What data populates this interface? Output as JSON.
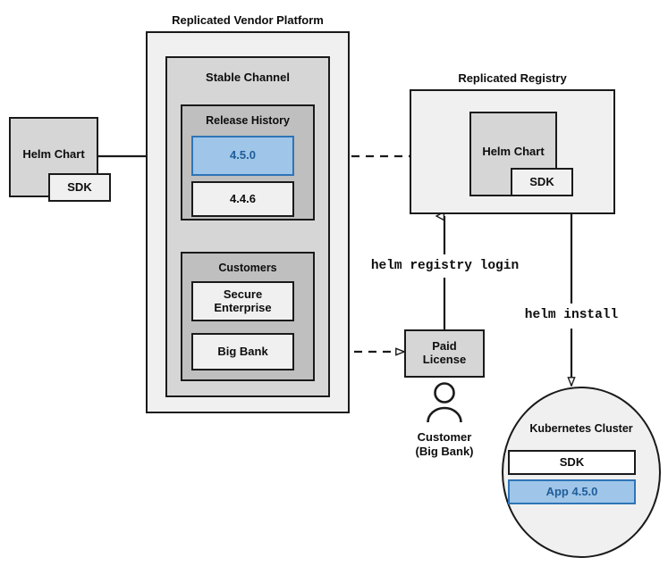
{
  "diagram": {
    "title_vendor_platform": "Replicated Vendor Platform",
    "title_registry": "Replicated Registry",
    "source_chart": {
      "label": "Helm Chart",
      "sdk_label": "SDK"
    },
    "vendor_platform": {
      "stable_channel_label": "Stable Channel",
      "release_history": {
        "label": "Release History",
        "releases": [
          {
            "version": "4.5.0",
            "highlighted": true
          },
          {
            "version": "4.4.6",
            "highlighted": false
          }
        ]
      },
      "customers": {
        "label": "Customers",
        "items": [
          {
            "name": "Secure Enterprise"
          },
          {
            "name": "Big Bank"
          }
        ]
      }
    },
    "registry": {
      "chart_label": "Helm Chart",
      "sdk_label": "SDK"
    },
    "license": {
      "label": "Paid License"
    },
    "customer_actor": {
      "line1": "Customer",
      "line2": "(Big Bank)",
      "icon": "person-icon"
    },
    "commands": {
      "registry_login": "helm registry login",
      "install": "helm install"
    },
    "cluster": {
      "label": "Kubernetes Cluster",
      "components": [
        {
          "name": "SDK",
          "highlighted": false
        },
        {
          "name": "App 4.5.0",
          "highlighted": true
        }
      ]
    },
    "colors": {
      "highlight_fill": "#9FC5E8",
      "highlight_border": "#2E75B6",
      "highlight_text": "#1F5C99",
      "outline": "#1A1A1A",
      "light_gray": "#F0F0F0",
      "mid_gray": "#D6D6D6",
      "dark_gray": "#BFBFBF"
    }
  }
}
